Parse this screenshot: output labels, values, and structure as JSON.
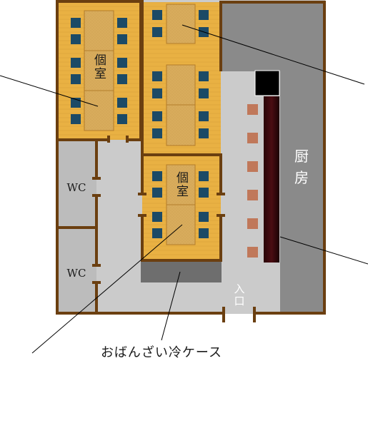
{
  "labels": {
    "private_room_1": "個室",
    "private_room_2": "個室",
    "kitchen_line_1": "厨",
    "kitchen_line_2": "房",
    "wc_upper": "WC",
    "wc_lower": "WC",
    "entrance_line_1": "入",
    "entrance_line_2": "口",
    "obanzai_case": "おばんざい冷ケース"
  },
  "colors": {
    "wall": "#6b3f10",
    "tatami_room": "#e9b143",
    "table": "#d8ac5c",
    "seat": "#1c4a66",
    "aisle": "#cbcbcb",
    "kitchen": "#8a8a8a",
    "wc_floor": "#bcbcbc",
    "counter": "#2a0508",
    "counter_stool": "#c0785a",
    "case": "#6e6e6e",
    "appliance": "#000000",
    "leader_line": "#000000"
  }
}
